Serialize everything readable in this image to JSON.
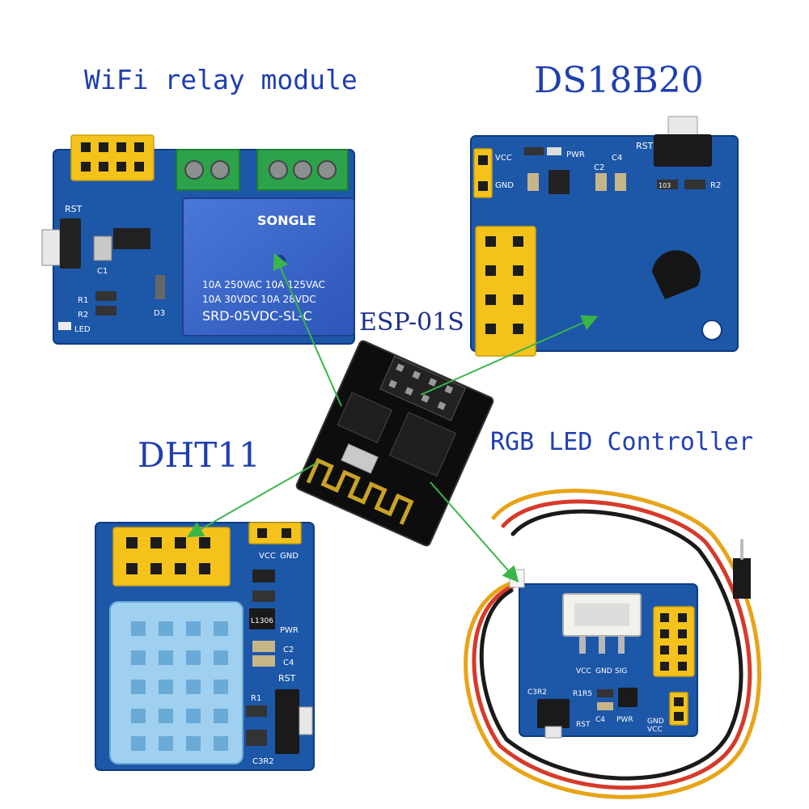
{
  "labels": {
    "relay": "WiFi relay module",
    "ds18b20": "DS18B20",
    "esp": "ESP-01S",
    "dht11": "DHT11",
    "rgb": "RGB LED Controller"
  },
  "relay_board": {
    "relay_brand": "SONGLE",
    "rating1": "10A 250VAC 10A 125VAC",
    "rating2": "10A  30VDC 10A  28VDC",
    "model": "SRD-05VDC-SL-C",
    "rst": "RST",
    "c1": "C1",
    "r1": "R1",
    "r2": "R2",
    "led": "LED",
    "d3": "D3"
  },
  "ds_board": {
    "vcc": "VCC",
    "gnd": "GND",
    "pwr": "PWR",
    "rst": "RST",
    "c4": "C4",
    "c2": "C2",
    "r2": "R2",
    "res": "103"
  },
  "dht_board": {
    "vcc": "VCC",
    "gnd": "GND",
    "pwr": "PWR",
    "c2": "C2",
    "c4": "C4",
    "rst": "RST",
    "c3r2": "C3R2",
    "r1": "R1",
    "chip": "L1306"
  },
  "rgb_board": {
    "vcc": "VCC",
    "gnd": "GND",
    "sig": "SIG",
    "rst": "RST",
    "pwr": "PWR",
    "c3r2": "C3R2",
    "r1r5": "R1R5",
    "c4": "C4"
  },
  "colors": {
    "pcb_blue": "#1d57a8",
    "header_yellow": "#f4c21a",
    "arrow_green": "#3ab54a",
    "label_blue": "#1f3fb0"
  }
}
